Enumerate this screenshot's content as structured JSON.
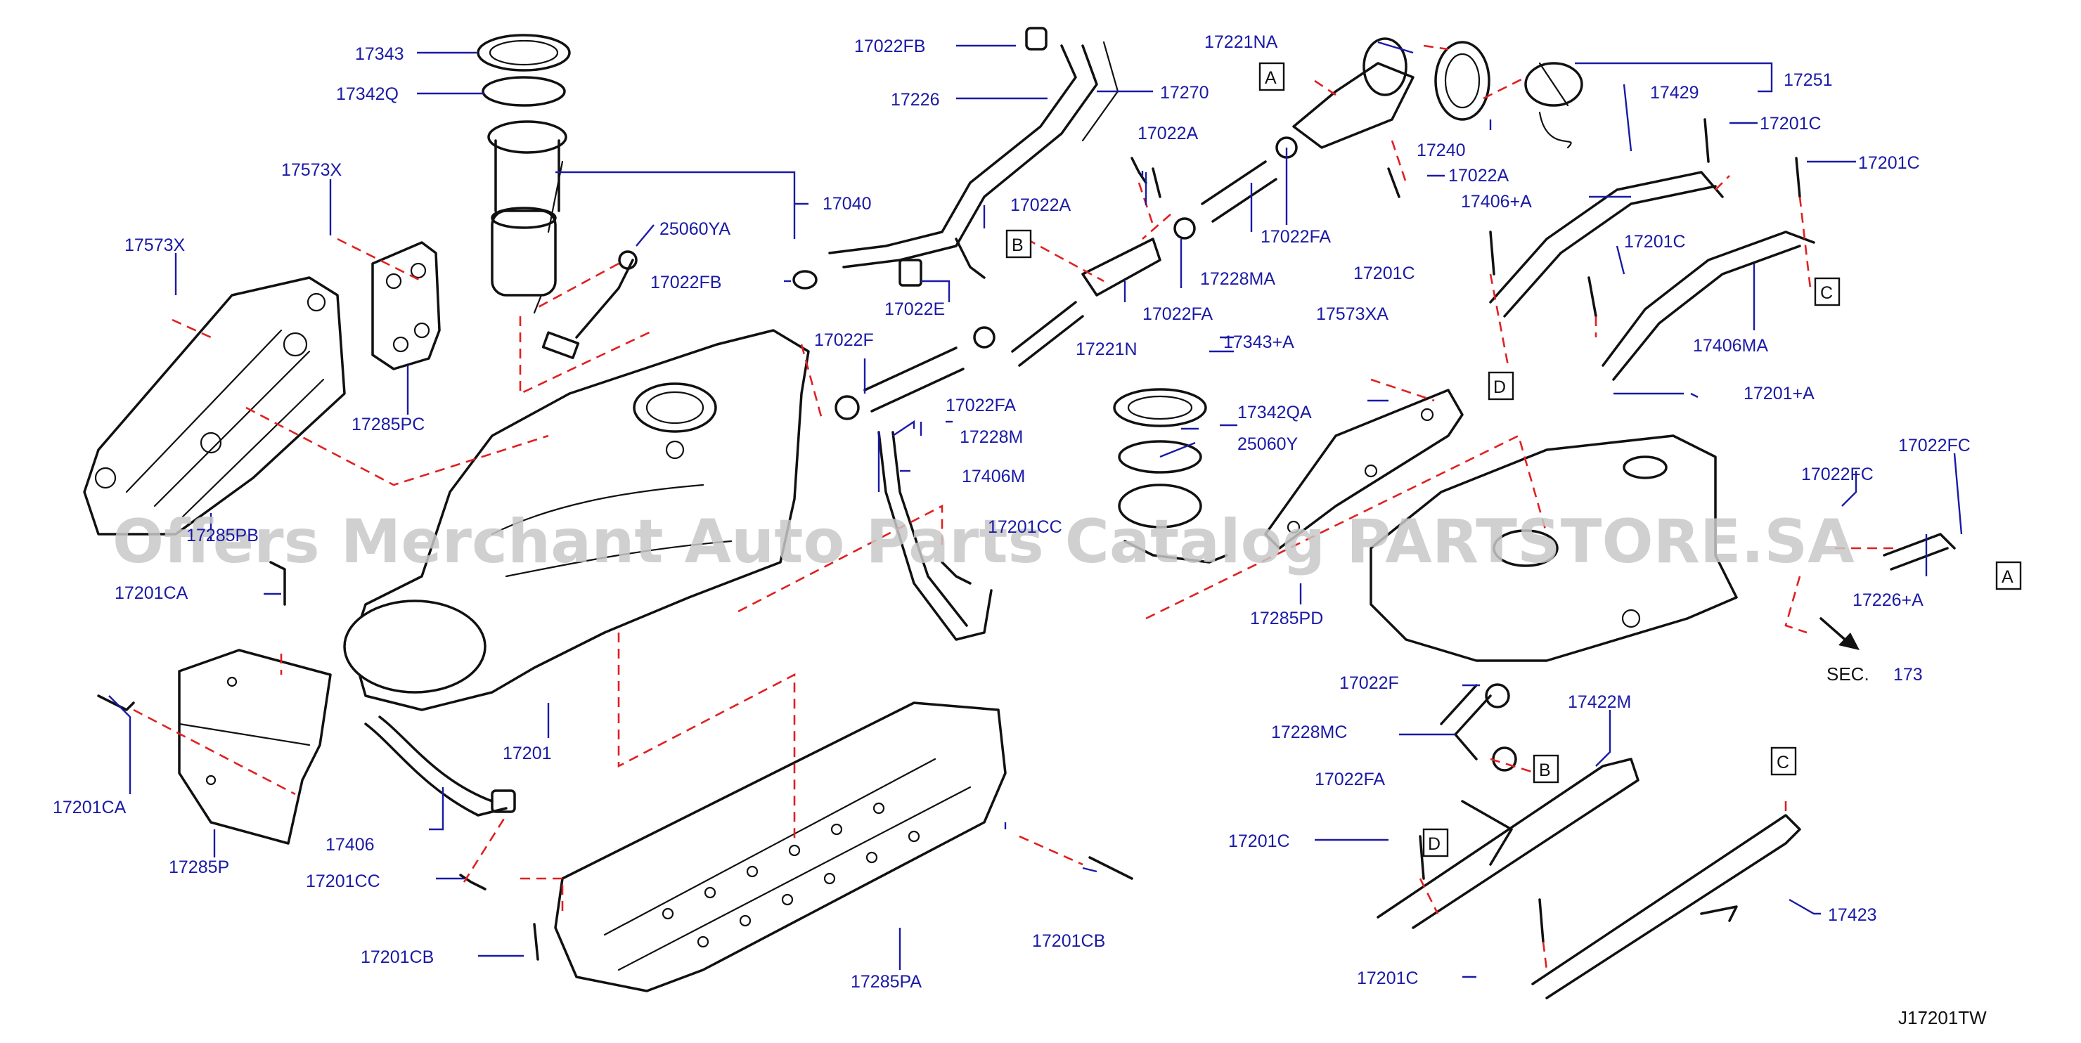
{
  "diagram_code": "J17201TW",
  "watermark": "Offers Merchant Auto Parts Catalog PARTSTORE.SA",
  "section_ref": {
    "prefix": "SEC.",
    "number": "173"
  },
  "ref_letters": [
    "A",
    "B",
    "C",
    "D"
  ],
  "part_labels": [
    "17343",
    "17342Q",
    "17040",
    "25060YA",
    "17573X",
    "17573X",
    "17285PB",
    "17285PC",
    "17022FB",
    "17226",
    "17270",
    "17022FB",
    "17022E",
    "17022A",
    "17221N",
    "17022FA",
    "17228MA",
    "17022A",
    "17022FA",
    "17221NA",
    "17240",
    "17022A",
    "17251",
    "17429",
    "17201C",
    "17201C",
    "17406+A",
    "17201C",
    "17201C",
    "17406MA",
    "17022F",
    "17022FA",
    "17228M",
    "17406M",
    "17201CC",
    "17201CA",
    "17201",
    "17201CA",
    "17285P",
    "17406",
    "17201CC",
    "17201CB",
    "17285PA",
    "17201CB",
    "17343+A",
    "17342QA",
    "25060Y",
    "17573XA",
    "17285PD",
    "17201+A",
    "17022FC",
    "17022FC",
    "17226+A",
    "17022F",
    "17228MC",
    "17022FA",
    "17422M",
    "17201C",
    "17201C",
    "17423"
  ]
}
